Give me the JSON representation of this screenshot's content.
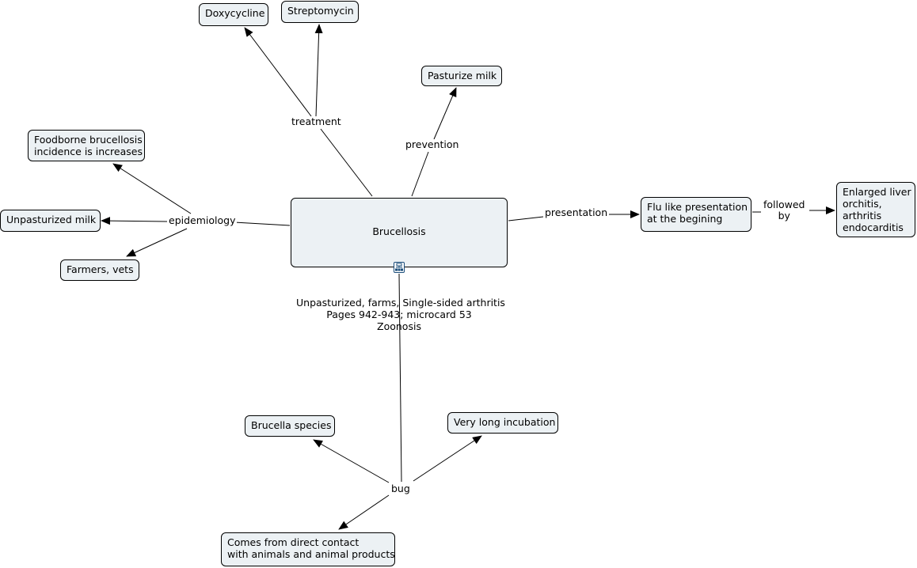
{
  "center": {
    "title": "Brucellosis",
    "details": "Unpasturized, farms, Single-sided arthritis\nPages 942-943; microcard 53\nZoonosis",
    "resource_icon": "resource-attachment-icon"
  },
  "link_labels": {
    "treatment": "treatment",
    "prevention": "prevention",
    "epidemiology": "epidemiology",
    "presentation": "presentation",
    "followed_by": "followed\nby",
    "bug": "bug"
  },
  "concepts": {
    "doxycycline": "Doxycycline",
    "streptomycin": "Streptomycin",
    "pasturize_milk": "Pasturize milk",
    "foodborne": "Foodborne brucellosis\nincidence is increases",
    "unpasturized_milk": "Unpasturized milk",
    "farmers_vets": "Farmers, vets",
    "flu_like": "Flu like presentation\nat the begining",
    "enlarged_liver": "Enlarged liver\norchitis,\narthritis\nendocarditis",
    "brucella_species": "Brucella species",
    "very_long_incubation": "Very long incubation",
    "direct_contact": "Comes from direct contact\nwith animals and animal products"
  },
  "colors": {
    "node_fill": "#ecf1f4",
    "node_border": "#000000",
    "line": "#000000",
    "icon": "#1a4d7a"
  }
}
